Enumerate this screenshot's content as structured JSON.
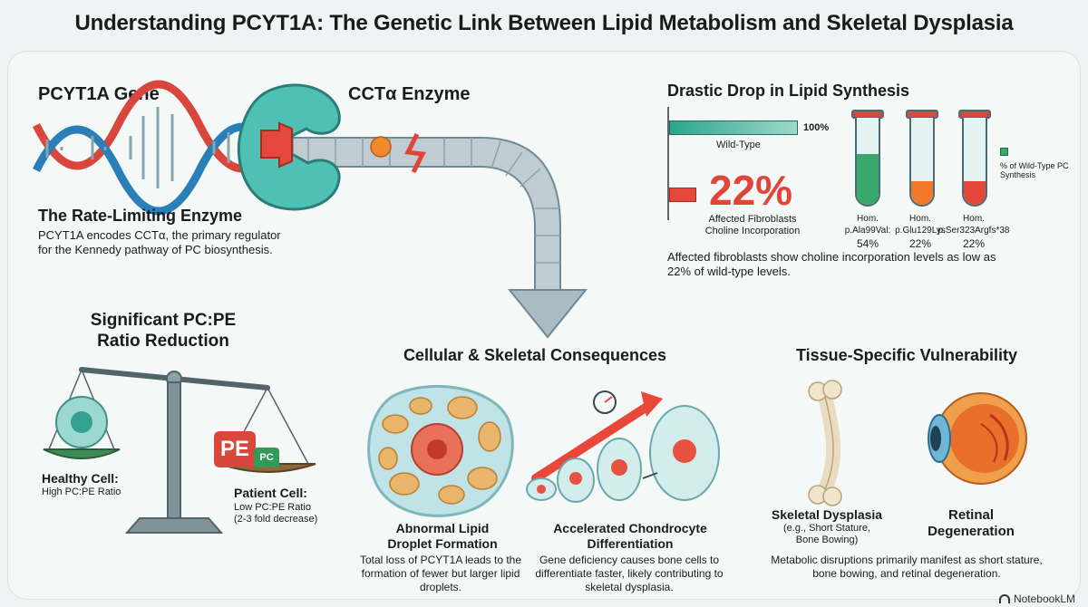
{
  "title": "Understanding PCYT1A: The Genetic Link Between Lipid Metabolism and Skeletal Dysplasia",
  "gene": {
    "label": "PCYT1A Gene",
    "enzyme_label": "CCTα Enzyme",
    "heading": "The Rate-Limiting Enzyme",
    "text": "PCYT1A encodes CCTα, the primary regulator for the Kennedy pathway of PC biosynthesis."
  },
  "lipid": {
    "heading": "Drastic Drop in Lipid Synthesis",
    "wild_type_value": "100%",
    "wild_type_label": "Wild-Type",
    "affected_value": "22%",
    "affected_label_1": "Affected Fibroblasts",
    "affected_label_2": "Choline Incorporation",
    "legend": "% of Wild-Type PC Synthesis",
    "tubes": [
      {
        "label": "Hom.",
        "variant": "p.Ala99Val:",
        "value": "54%"
      },
      {
        "label": "Hom.",
        "variant": "p.Glu129Lys",
        "value": "22%"
      },
      {
        "label": "Hom.",
        "variant": "p.Ser323Argfs*38",
        "value": "22%"
      }
    ],
    "caption": "Affected fibroblasts show choline incorporation levels as low as 22% of wild-type levels.",
    "colors": {
      "bar": "#2aa58f",
      "affected": "#e7473a",
      "tube_green": "#3aa86a",
      "tube_orange": "#f07a2a",
      "tube_red": "#e5463a"
    }
  },
  "ratio": {
    "heading_1": "Significant PC:PE",
    "heading_2": "Ratio Reduction",
    "healthy_title": "Healthy Cell:",
    "healthy_sub": "High PC:PE Ratio",
    "patient_title": "Patient Cell:",
    "patient_sub_1": "Low PC:PE Ratio",
    "patient_sub_2": "(2-3 fold decrease)",
    "pe_label": "PE",
    "pc_label": "PC"
  },
  "cellular": {
    "heading": "Cellular & Skeletal Consequences",
    "droplet_title_1": "Abnormal Lipid",
    "droplet_title_2": "Droplet Formation",
    "droplet_text": "Total loss of PCYT1A leads to the formation of fewer but larger lipid droplets.",
    "chondro_title_1": "Accelerated Chondrocyte",
    "chondro_title_2": "Differentiation",
    "chondro_text": "Gene deficiency causes bone cells to differentiate faster, likely contributing to skeletal dysplasia."
  },
  "tissue": {
    "heading": "Tissue-Specific Vulnerability",
    "skeletal_title": "Skeletal Dysplasia",
    "skeletal_sub_1": "(e.g., Short Stature,",
    "skeletal_sub_2": "Bone Bowing)",
    "retinal_title_1": "Retinal",
    "retinal_title_2": "Degeneration",
    "text": "Metabolic disruptions primarily manifest as short stature, bone bowing, and retinal degeneration."
  },
  "footer": "NotebookLM"
}
